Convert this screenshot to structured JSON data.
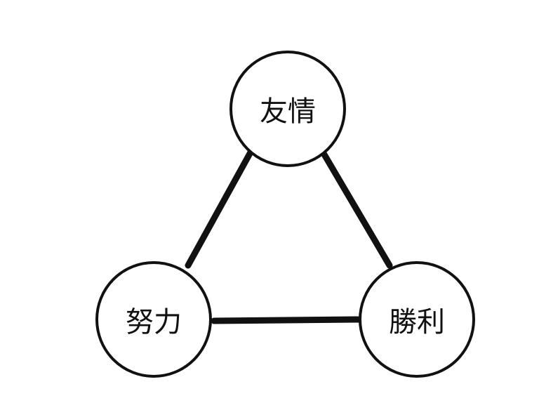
{
  "nodes": {
    "top": "友情",
    "left": "努力",
    "right": "勝利"
  }
}
